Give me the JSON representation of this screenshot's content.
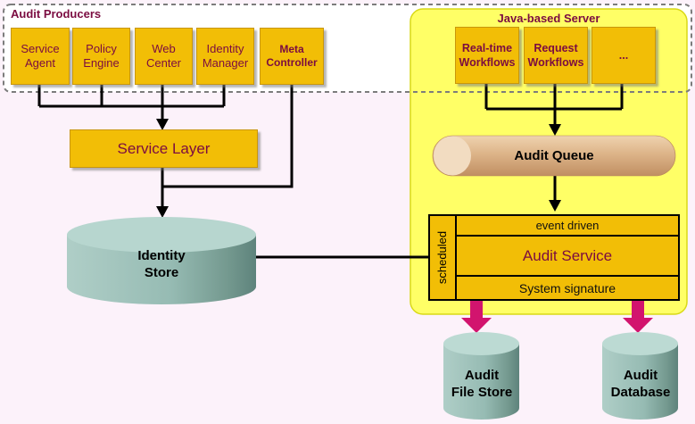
{
  "colors": {
    "background": "#FCF2FA",
    "gold_box": "#F2BE06",
    "gold_border": "#C8960B",
    "yellow_panel": "#FFFF66",
    "maroon_text": "#7B0C41",
    "magenta_arrow": "#D2146E",
    "teal_cylinder_light": "#B7D6CF",
    "teal_cylinder_dark": "#5E837C",
    "tan_queue_light": "#F0D4AE",
    "tan_queue_dark": "#C6986A",
    "connector_black": "#000000"
  },
  "audit_producers": {
    "title": "Audit Producers",
    "items": [
      {
        "label": "Service Agent"
      },
      {
        "label": "Policy Engine"
      },
      {
        "label": "Web Center"
      },
      {
        "label": "Identity Manager"
      },
      {
        "label": "Meta Controller"
      }
    ]
  },
  "java_server": {
    "title": "Java-based Server",
    "workflows": [
      {
        "label": "Real-time Workflows"
      },
      {
        "label": "Request Workflows"
      },
      {
        "label": "..."
      }
    ],
    "audit_queue_label": "Audit Queue",
    "audit_service": {
      "scheduled_label": "scheduled",
      "event_driven_label": "event driven",
      "title": "Audit Service",
      "system_signature_label": "System signature"
    }
  },
  "service_layer_label": "Service Layer",
  "identity_store": {
    "line1": "Identity",
    "line2": "Store"
  },
  "audit_file_store": {
    "line1": "Audit",
    "line2": "File Store"
  },
  "audit_database": {
    "line1": "Audit",
    "line2": "Database"
  }
}
